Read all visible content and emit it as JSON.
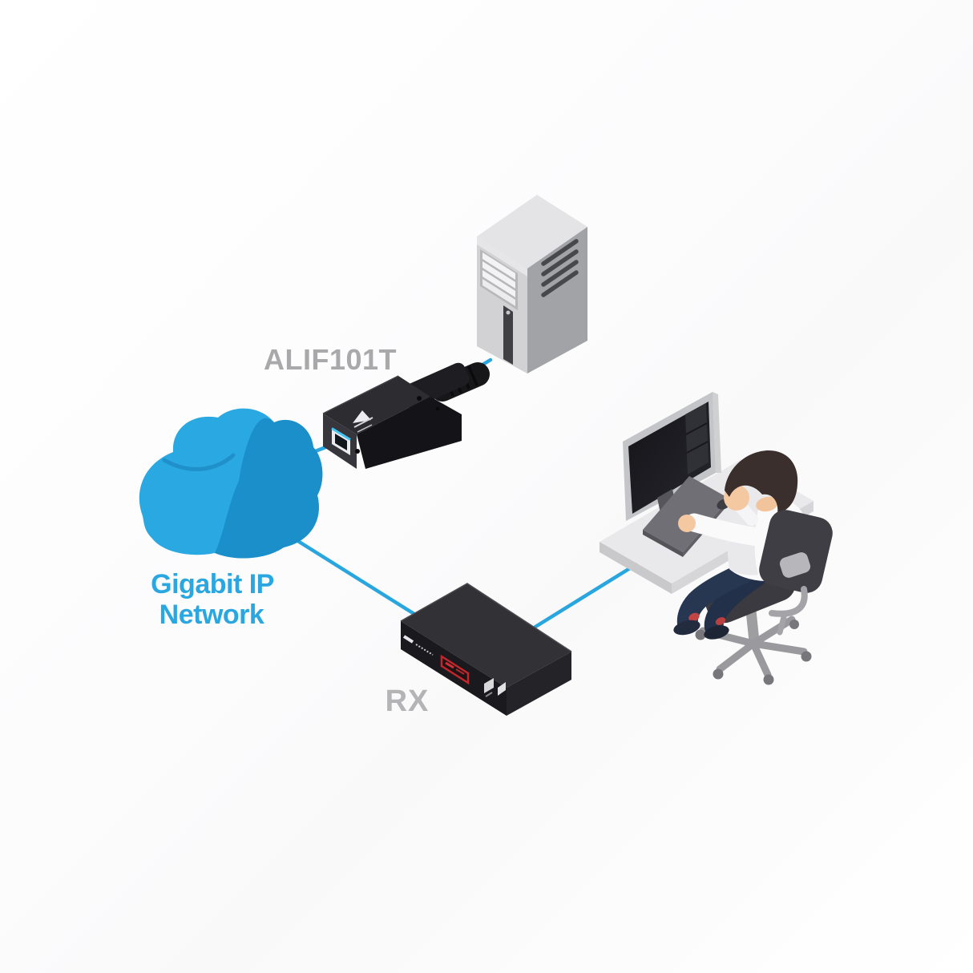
{
  "diagram": {
    "labels": {
      "transmitter": "ALIF101T",
      "receiver": "RX"
    },
    "cloud": {
      "line1": "Gigabit IP",
      "line2": "Network"
    },
    "colors": {
      "accent_blue": "#29abe2",
      "cloud_fill": "#29a8e1",
      "cloud_shadow": "#1b8fc9",
      "label_gray": "#a9a9ab",
      "device_black": "#1d1d21",
      "desk_gray": "#e9e9eb",
      "display_red": "#c0272d"
    },
    "nodes": [
      {
        "id": "server",
        "type": "server-tower"
      },
      {
        "id": "transmitter",
        "type": "kvm-extender-transmitter",
        "label": "ALIF101T"
      },
      {
        "id": "network",
        "type": "ip-network-cloud",
        "label": "Gigabit IP Network"
      },
      {
        "id": "receiver",
        "type": "kvm-extender-receiver",
        "label": "RX"
      },
      {
        "id": "workstation",
        "type": "user-desk-with-monitor-and-operator"
      }
    ],
    "connections": [
      {
        "from": "server",
        "to": "transmitter",
        "via": "cable"
      },
      {
        "from": "transmitter",
        "to": "network",
        "via": "cable"
      },
      {
        "from": "network",
        "to": "receiver",
        "via": "cable"
      },
      {
        "from": "receiver",
        "to": "workstation",
        "via": "cable"
      }
    ]
  }
}
